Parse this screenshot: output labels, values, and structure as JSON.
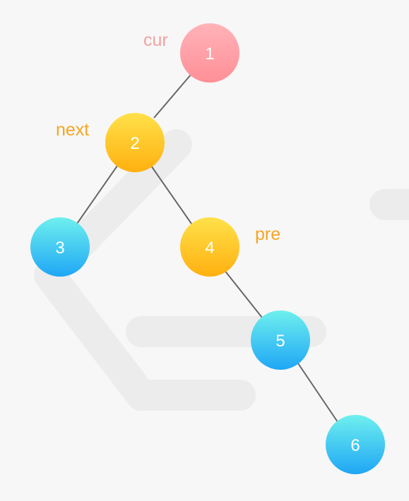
{
  "colors": {
    "background": "#f7f7f7",
    "edge": "#666666",
    "pointer_text": "#f5a623",
    "cur_text": "#f4a0a0"
  },
  "nodes": [
    {
      "id": "1",
      "label": "1",
      "style": "pink"
    },
    {
      "id": "2",
      "label": "2",
      "style": "yellow"
    },
    {
      "id": "3",
      "label": "3",
      "style": "blue"
    },
    {
      "id": "4",
      "label": "4",
      "style": "yellow"
    },
    {
      "id": "5",
      "label": "5",
      "style": "blue"
    },
    {
      "id": "6",
      "label": "6",
      "style": "blue"
    }
  ],
  "edges": [
    {
      "from": "1",
      "to": "2"
    },
    {
      "from": "2",
      "to": "3"
    },
    {
      "from": "2",
      "to": "4"
    },
    {
      "from": "4",
      "to": "5"
    },
    {
      "from": "5",
      "to": "6"
    }
  ],
  "pointers": {
    "cur": "cur",
    "next": "next",
    "pre": "pre"
  }
}
